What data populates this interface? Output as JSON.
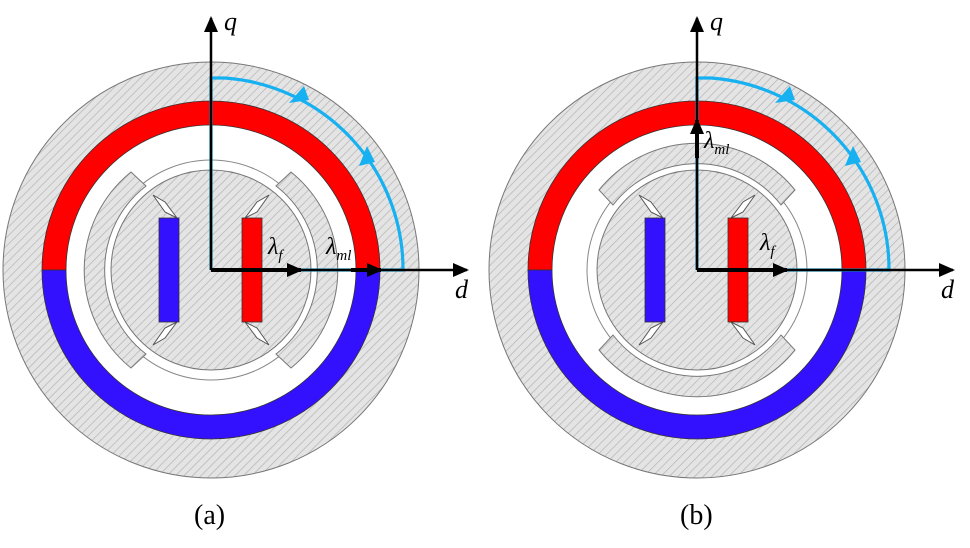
{
  "colors": {
    "stator_fill": "#e1e1e1",
    "hatch": "#b9b9b9",
    "magnet_red": "#ff0000",
    "magnet_blue": "#3311ff",
    "flux_path": "#17b0f0",
    "axis": "#000000"
  },
  "panels": [
    {
      "caption": "(a)",
      "q_axis_label": "q",
      "d_axis_label": "d",
      "lambda_f": {
        "symbol": "λ",
        "subscript": "f"
      },
      "lambda_ml": {
        "symbol": "λ",
        "subscript": "ml"
      }
    },
    {
      "caption": "(b)",
      "q_axis_label": "q",
      "d_axis_label": "d",
      "lambda_f": {
        "symbol": "λ",
        "subscript": "f"
      },
      "lambda_ml": {
        "symbol": "λ",
        "subscript": "ml"
      }
    }
  ]
}
